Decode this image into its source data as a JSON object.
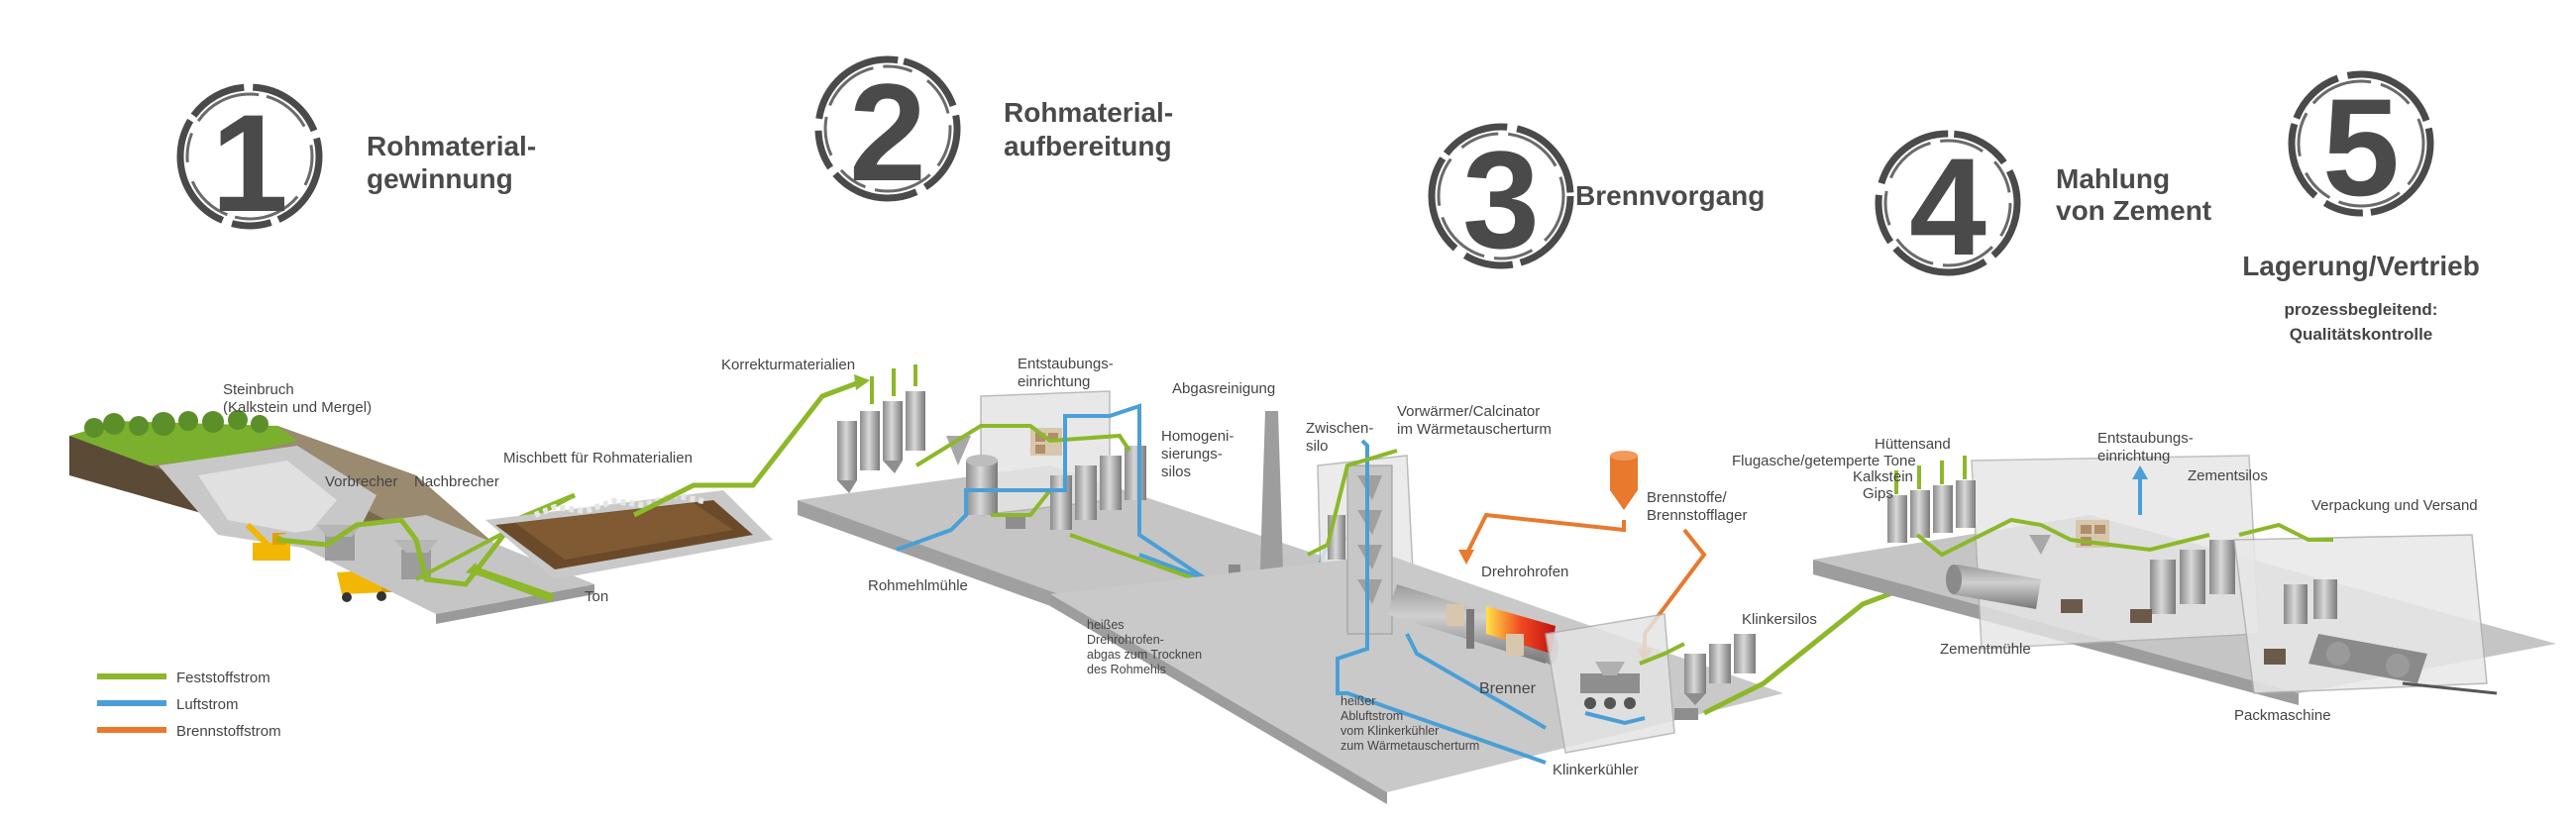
{
  "steps": [
    {
      "number": "1",
      "title": [
        "Rohmaterial-",
        "gewinnung"
      ]
    },
    {
      "number": "2",
      "title": [
        "Rohmaterial-",
        "aufbereitung"
      ]
    },
    {
      "number": "3",
      "title": [
        "Brennvorgang"
      ]
    },
    {
      "number": "4",
      "title": [
        "Mahlung",
        "von Zement"
      ]
    },
    {
      "number": "5",
      "title": [
        "Lagerung/Vertrieb"
      ],
      "note": [
        "prozessbegleitend:",
        "Qualitätskontrolle"
      ]
    }
  ],
  "labels": {
    "steinbruch": [
      "Steinbruch",
      "(Kalkstein und Mergel)"
    ],
    "vorbrecher": "Vorbrecher",
    "nachbrecher": "Nachbrecher",
    "mischbett": "Mischbett für Rohmaterialien",
    "ton": "Ton",
    "korrektur": "Korrekturmaterialien",
    "entstaubung1": [
      "Entstaubungs-",
      "einrichtung"
    ],
    "abgasreinigung": "Abgasreinigung",
    "homogen": [
      "Homogeni-",
      "sierungs-",
      "silos"
    ],
    "zwischensilo": [
      "Zwischen-",
      "silo"
    ],
    "vorwaermer": [
      "Vorwärmer/Calcinator",
      "im Wärmetauscherturm"
    ],
    "brennstoffe": [
      "Brennstoffe/",
      "Brennstofflager"
    ],
    "rohmehlmuehle": "Rohmehlmühle",
    "heisses_abgas": [
      "heißes",
      "Drehrohrofen-",
      "abgas zum Trocknen",
      "des Rohmehls"
    ],
    "drehrohrofen": "Drehrohrofen",
    "brenner": "Brenner",
    "heisser_abluft": [
      "heißer",
      "Abluftstrom",
      "vom Klinkerkühler",
      "zum Wärmetauscherturm"
    ],
    "klinkerkuehler": "Klinkerkühler",
    "klinkersilos": "Klinkersilos",
    "flugasche": "Flugasche/getemperte Tone",
    "huettensand": "Hüttensand",
    "kalkstein": "Kalkstein",
    "gips": "Gips",
    "entstaubung2": [
      "Entstaubungs-",
      "einrichtung"
    ],
    "zementsilos": "Zementsilos",
    "zementmuehle": "Zementmühle",
    "verpackung": "Verpackung und Versand",
    "packmaschine": "Packmaschine"
  },
  "legend": [
    {
      "label": "Feststoffstrom",
      "color": "#8cb829"
    },
    {
      "label": "Luftstrom",
      "color": "#4a9fd6"
    },
    {
      "label": "Brennstoffstrom",
      "color": "#e8792d"
    }
  ],
  "colors": {
    "solid_flow": "#8cb829",
    "air_flow": "#4a9fd6",
    "fuel_flow": "#e8792d",
    "platform": "#c7c7c7",
    "machinery": "#a9a9a9",
    "text": "#4a4a4a"
  }
}
